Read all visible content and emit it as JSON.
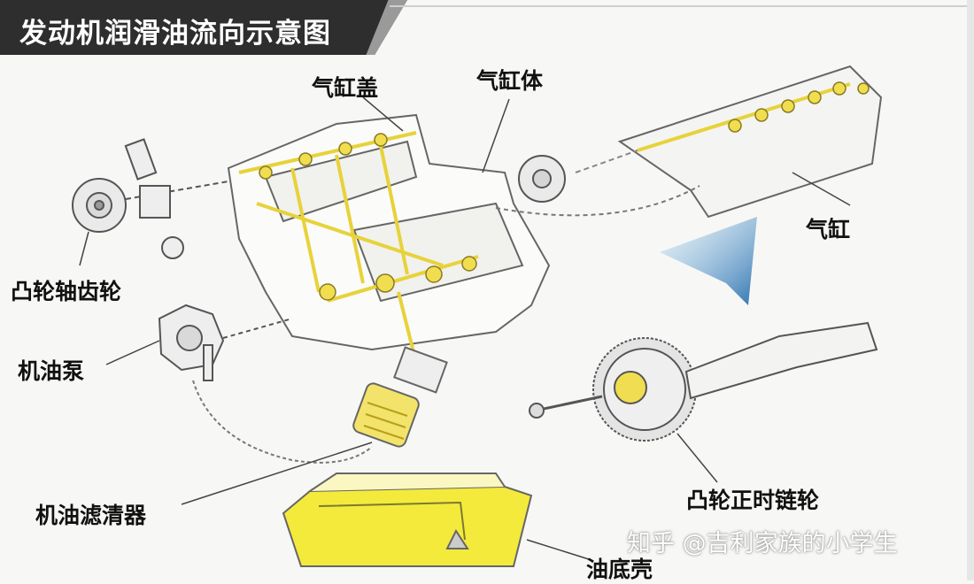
{
  "title": "发动机润滑油流向示意图",
  "labels": {
    "cylinder_head_cover": "气缸盖",
    "cylinder_block": "气缸体",
    "cylinder": "气缸",
    "camshaft_gear": "凸轮轴齿轮",
    "oil_pump": "机油泵",
    "oil_filter": "机油滤清器",
    "cam_timing_sprocket": "凸轮正时链轮",
    "oil_pan": "油底壳"
  },
  "watermark": "知乎 @吉利家族的小学生",
  "colors": {
    "title_bg": "#2e2e2e",
    "oil_flow": "#e8d23a",
    "oil_pan_fill": "#f4ea3c",
    "arrow_blue": "#4a8fc4",
    "line_art": "#555555"
  }
}
